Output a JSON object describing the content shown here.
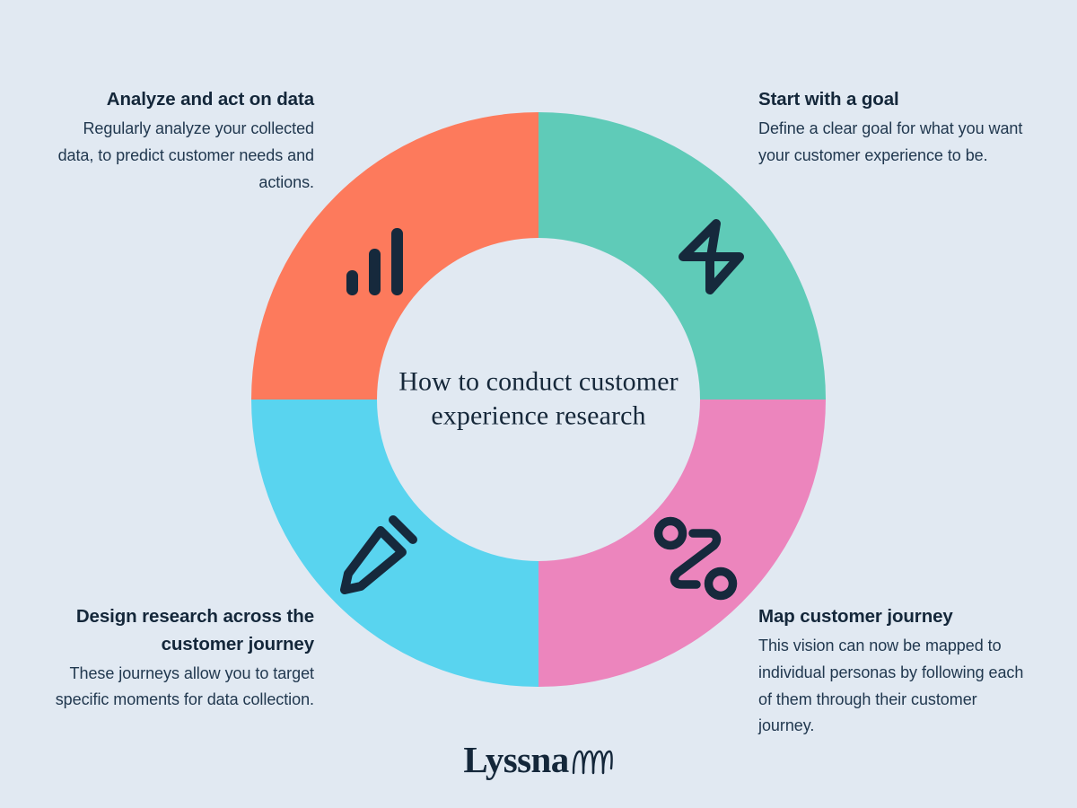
{
  "colors": {
    "background": "#e1e9f2",
    "text_dark": "#14273a",
    "text_body": "#21384f",
    "segment_teal": "#5fcbb8",
    "segment_pink": "#ec85bd",
    "segment_cyan": "#59d4ef",
    "segment_orange": "#fd7a5c",
    "icon_dark": "#16293c",
    "deco": "#d5e1ee"
  },
  "center": {
    "title": "How to conduct customer experience research"
  },
  "chart_data": {
    "type": "pie",
    "title": "How to conduct customer experience research",
    "variant": "donut",
    "legend_position": "around",
    "grid": false,
    "categories": [
      "Start with a goal",
      "Map customer journey",
      "Design research across the customer journey",
      "Analyze and act on data"
    ],
    "values": [
      25,
      25,
      25,
      25
    ],
    "colors": [
      "#5fcbb8",
      "#ec85bd",
      "#59d4ef",
      "#fd7a5c"
    ],
    "icons": [
      "lightning-bolt-icon",
      "journey-route-icon",
      "pencil-icon",
      "bar-chart-icon"
    ]
  },
  "steps": [
    {
      "position": "top-left",
      "heading": "Analyze and act on data",
      "body": "Regularly analyze your collected data, to predict customer needs and actions.",
      "color": "#fd7a5c",
      "icon": "bar-chart-icon"
    },
    {
      "position": "top-right",
      "heading": "Start with a goal",
      "body": "Define a clear goal for what you want your customer experience to be.",
      "color": "#5fcbb8",
      "icon": "lightning-bolt-icon"
    },
    {
      "position": "bottom-right",
      "heading": "Map customer journey",
      "body": "This vision can now be mapped to individual personas by following each of them through their customer journey.",
      "color": "#ec85bd",
      "icon": "journey-route-icon"
    },
    {
      "position": "bottom-left",
      "heading": "Design research across the customer journey",
      "body": "These journeys allow you to target specific moments for data collection.",
      "color": "#59d4ef",
      "icon": "pencil-icon"
    }
  ],
  "logo": {
    "word": "Lyssna",
    "mark": "wave-squiggle-icon"
  }
}
